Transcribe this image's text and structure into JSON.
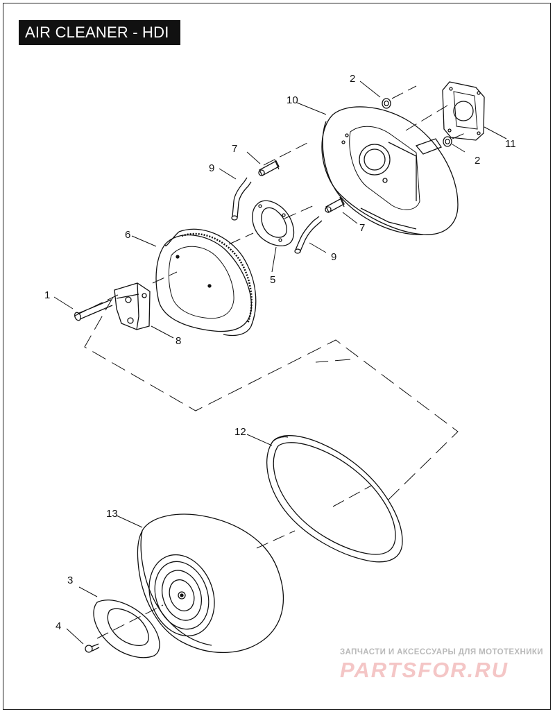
{
  "title": "AIR CLEANER - HDI",
  "callouts": {
    "c1": "1",
    "c2a": "2",
    "c2b": "2",
    "c3": "3",
    "c4": "4",
    "c5": "5",
    "c6": "6",
    "c7a": "7",
    "c7b": "7",
    "c8": "8",
    "c9a": "9",
    "c9b": "9",
    "c10": "10",
    "c11": "11",
    "c12": "12",
    "c13": "13"
  },
  "watermark": {
    "tagline": "ЗАПЧАСТИ И АКСЕССУАРЫ ДЛЯ МОТОТЕХНИКИ",
    "logo": "PARTSFOR.RU"
  }
}
